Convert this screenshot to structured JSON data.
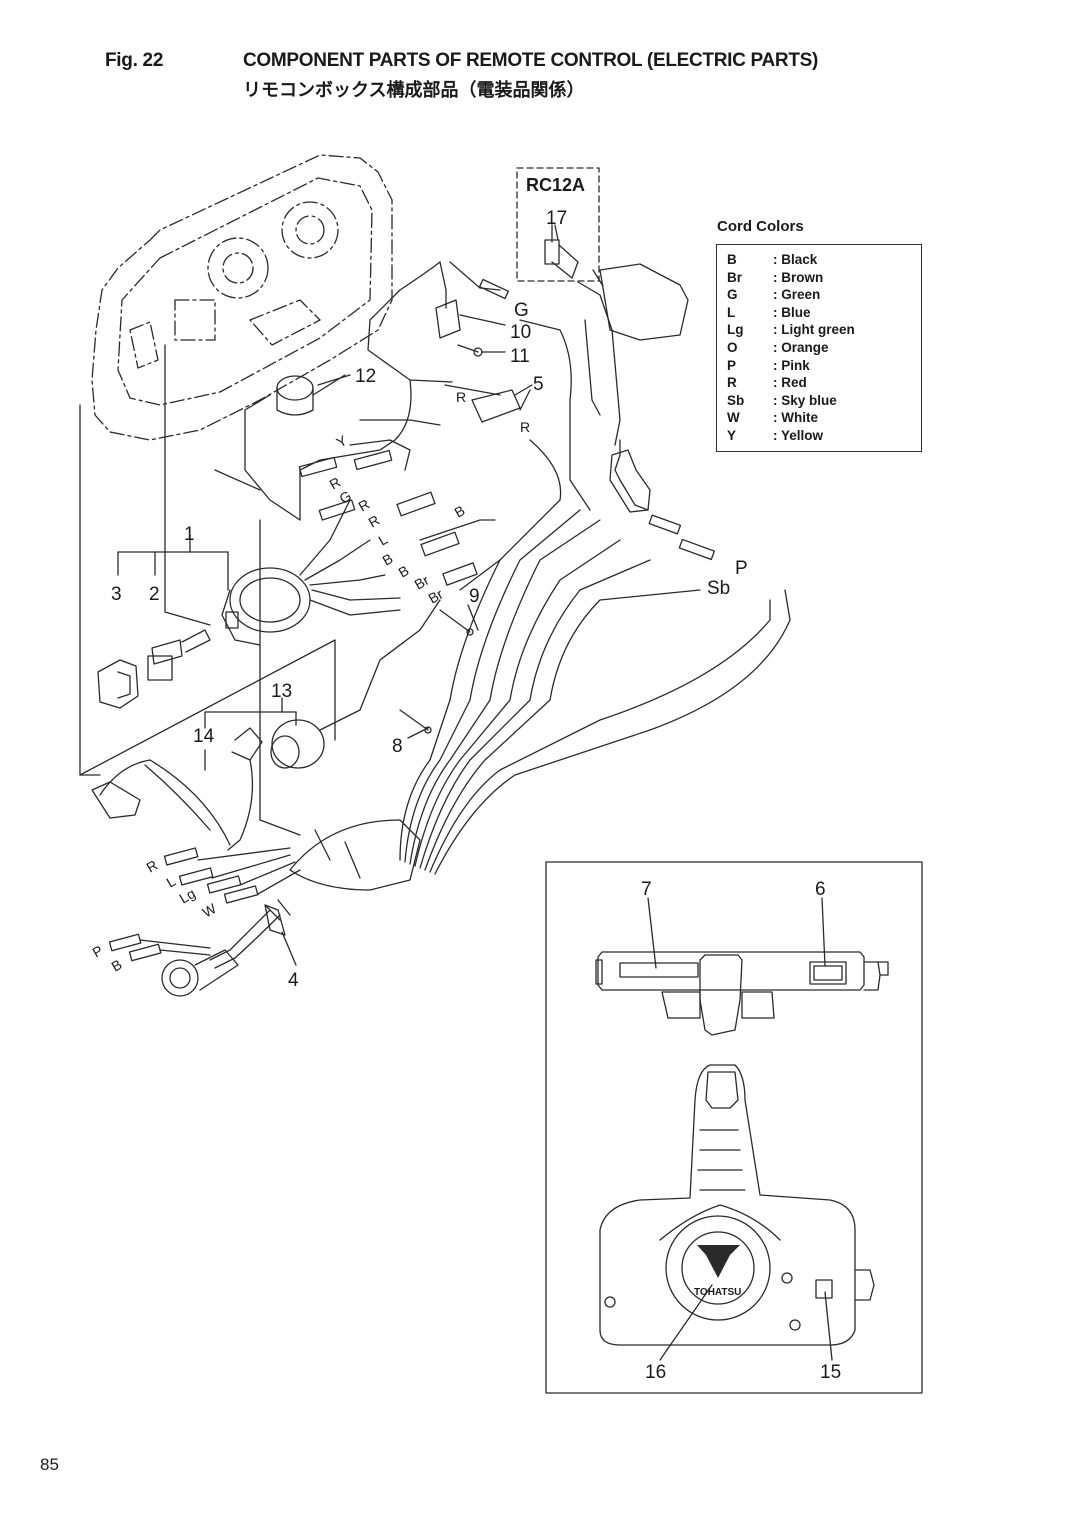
{
  "header": {
    "fig_number": "Fig. 22",
    "title_en": "COMPONENT PARTS OF REMOTE CONTROL (ELECTRIC PARTS)",
    "title_jp": "リモコンボックス構成部品（電装品関係）"
  },
  "page_number": "85",
  "variant_label": "RC12A",
  "cord_colors": {
    "title": "Cord Colors",
    "items": [
      {
        "code": "B",
        "color": ": Black"
      },
      {
        "code": "Br",
        "color": ": Brown"
      },
      {
        "code": "G",
        "color": ": Green"
      },
      {
        "code": "L",
        "color": ": Blue"
      },
      {
        "code": "Lg",
        "color": ": Light green"
      },
      {
        "code": "O",
        "color": ": Orange"
      },
      {
        "code": "P",
        "color": ": Pink"
      },
      {
        "code": "R",
        "color": ": Red"
      },
      {
        "code": "Sb",
        "color": ": Sky blue"
      },
      {
        "code": "W",
        "color": ": White"
      },
      {
        "code": "Y",
        "color": ": Yellow"
      }
    ]
  },
  "callouts": {
    "c1": "1",
    "c2": "2",
    "c3": "3",
    "c4": "4",
    "c5": "5",
    "c6": "6",
    "c7": "7",
    "c8": "8",
    "c9": "9",
    "c10": "10",
    "c11": "11",
    "c12": "12",
    "c13": "13",
    "c14": "14",
    "c15": "15",
    "c16": "16",
    "c17": "17"
  },
  "wire_codes": {
    "g_top": "G",
    "r_mid": "R",
    "r_5": "R",
    "y": "Y",
    "r_a": "R",
    "g_a": "G",
    "r_b": "R",
    "r_c": "R",
    "l_a": "L",
    "b_a": "B",
    "b_b": "B",
    "b_c": "B",
    "br_a": "Br",
    "br_b": "Br",
    "p_right": "P",
    "sb_right": "Sb",
    "r_bl": "R",
    "l_bl": "L",
    "lg_bl": "Lg",
    "w_bl": "W",
    "p_bl": "P",
    "b_bl": "B"
  },
  "brand_logo_text": "TOHATSU"
}
